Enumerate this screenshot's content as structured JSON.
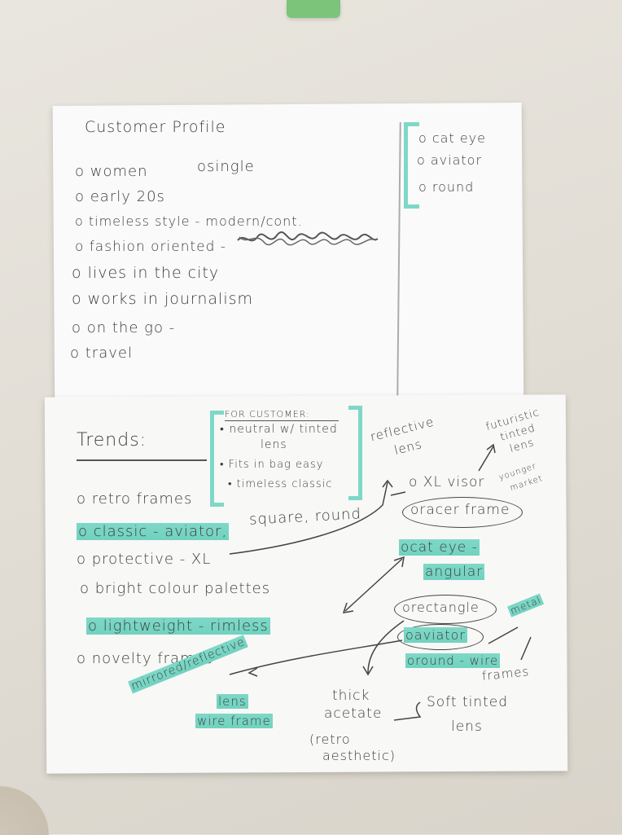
{
  "profile": {
    "title": "Customer Profile",
    "items": [
      "o women",
      "osingle",
      "o early 20s",
      "o timeless style - modern/cont.",
      "o fashion oriented -",
      "o lives in the city",
      "o works in journalism",
      "o on the go -",
      "o travel"
    ]
  },
  "shapes": [
    "o cat eye",
    "o aviator",
    "o round"
  ],
  "trends": {
    "title": "Trends:",
    "customer_note": [
      "FOR CUSTOMER:",
      "• neutral w/ tinted",
      "lens",
      "• Fits in bag easy",
      "• timeless classic"
    ],
    "items": [
      "o retro frames",
      "o classic - aviator,",
      "square, round",
      "o protective - XL",
      "o bright colour palettes",
      "o lightweight - rimless",
      "o novelty frames"
    ],
    "right": {
      "reflective": [
        "reflective",
        "lens"
      ],
      "futuristic": [
        "futuristic",
        "tinted",
        "lens"
      ],
      "visor": "o XL visor",
      "younger": [
        "younger",
        "market"
      ],
      "racer": "oracer frame",
      "cat_eye": [
        "ocat eye -",
        "angular"
      ],
      "rectangle": "orectangle",
      "aviator": "oaviator",
      "round_wire": [
        "oround - wire",
        "frames"
      ],
      "metal": "metal",
      "mirrored": [
        "mirrored/reflective",
        "lens"
      ],
      "wire_frame": "wire frame",
      "thick": [
        "thick",
        "acetate",
        "(retro",
        "aesthetic)"
      ],
      "soft": [
        "Soft tinted",
        "lens"
      ]
    }
  },
  "colors": {
    "highlighter": "#7ed8c7",
    "ink": "#3e3e3e",
    "paper": "#fafafa"
  }
}
